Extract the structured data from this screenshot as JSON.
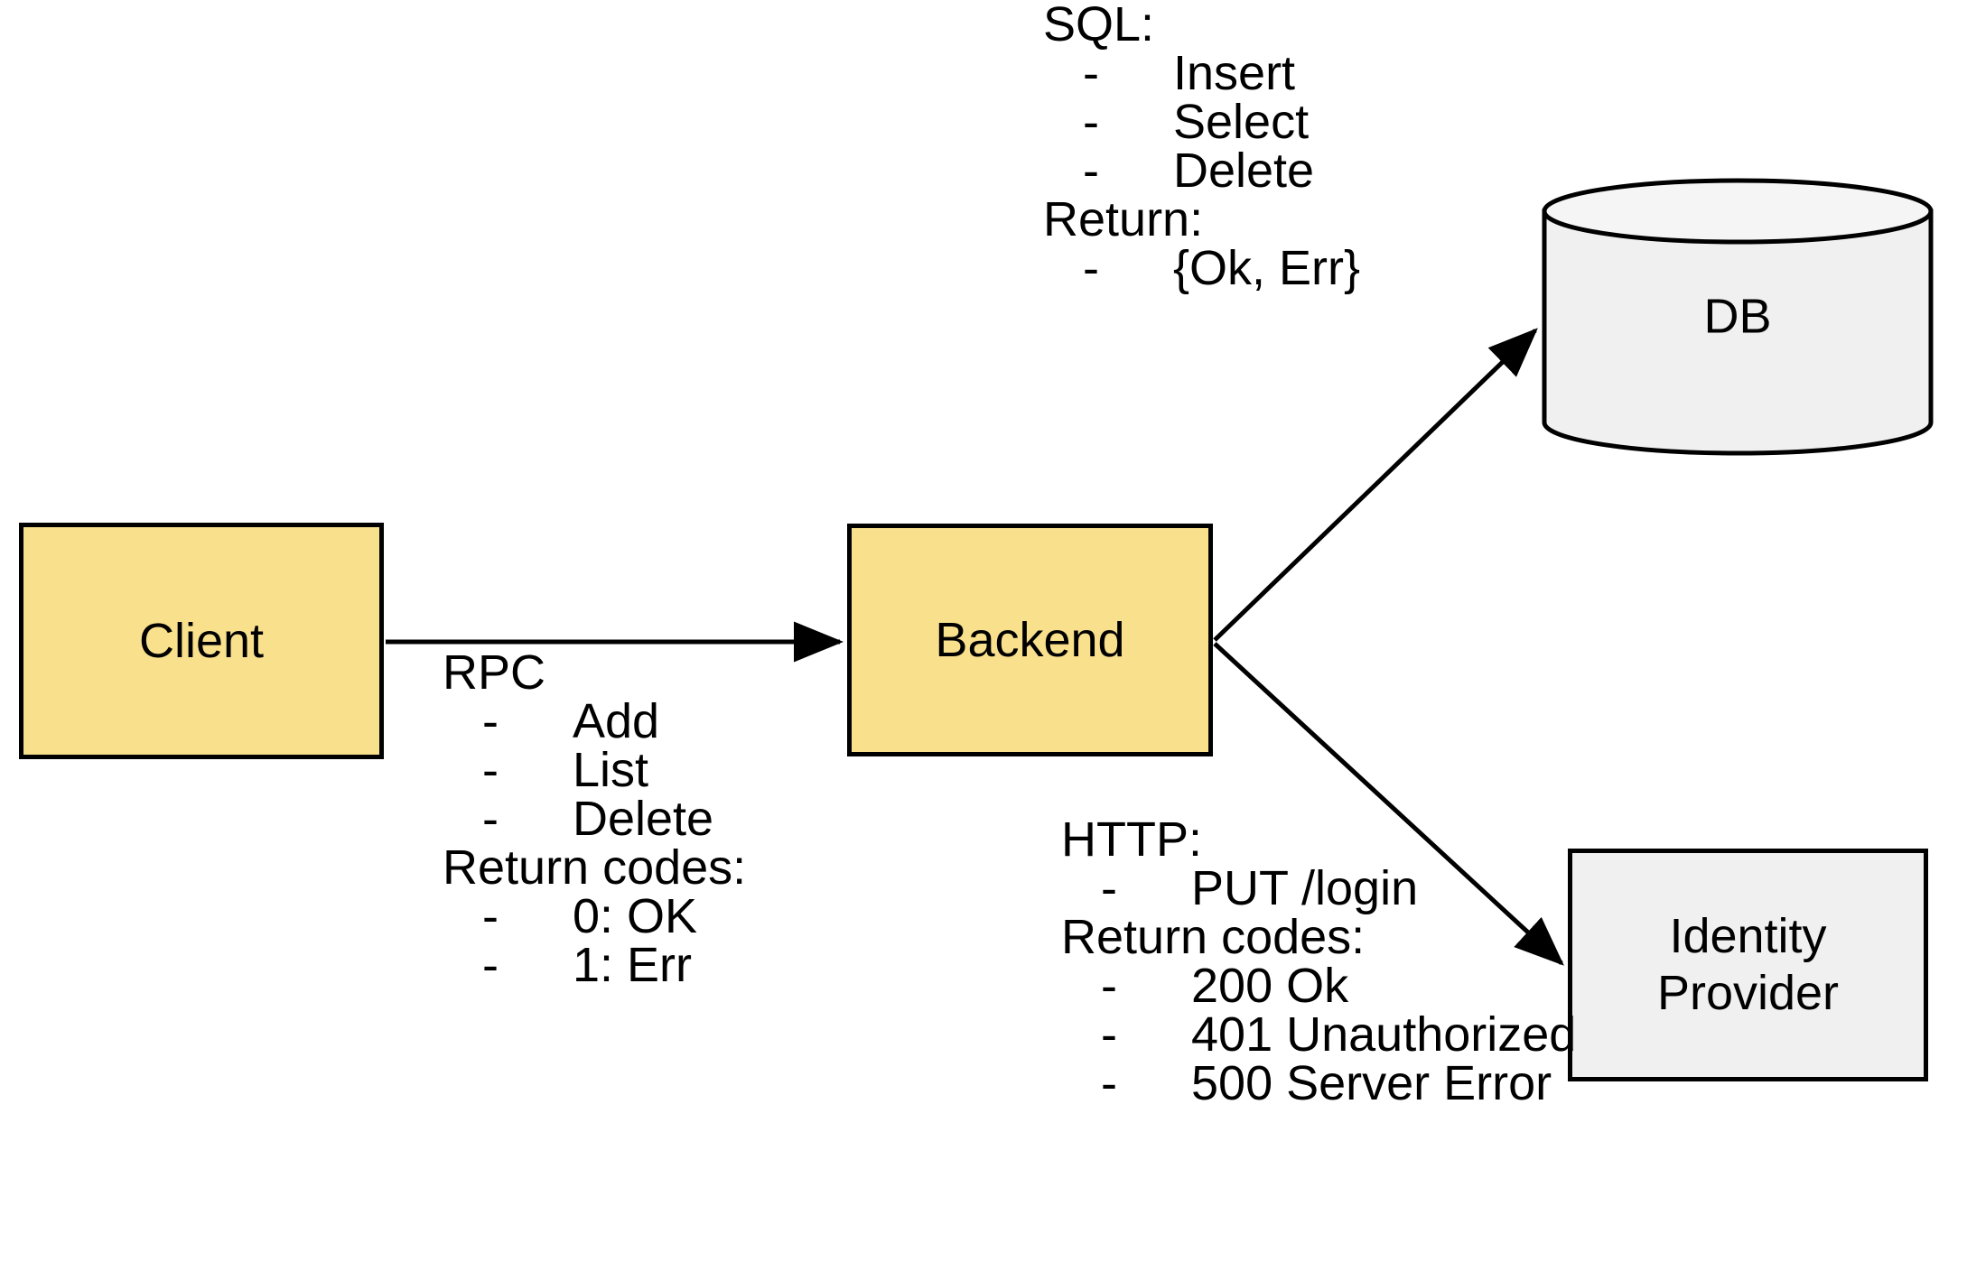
{
  "diagram": {
    "title": "Client / Backend architecture with DB and Identity Provider",
    "colors": {
      "node_yellow": "#f9e08d",
      "node_gray": "#f0f0f0",
      "stroke": "#000000",
      "background": "#ffffff"
    }
  },
  "nodes": {
    "client": {
      "label": "Client",
      "shape": "rectangle",
      "fill": "#f9e08d"
    },
    "backend": {
      "label": "Backend",
      "shape": "rectangle",
      "fill": "#f9e08d"
    },
    "db": {
      "label": "DB",
      "shape": "cylinder",
      "fill": "#f0f0f0"
    },
    "identity_provider": {
      "label_line1": "Identity",
      "label_line2": "Provider",
      "shape": "rectangle",
      "fill": "#f0f0f0"
    }
  },
  "edges": [
    {
      "from": "client",
      "to": "backend",
      "style": "solid-arrow",
      "annotation": "rpc"
    },
    {
      "from": "backend",
      "to": "db",
      "style": "solid-arrow",
      "annotation": "sql"
    },
    {
      "from": "backend",
      "to": "identity_provider",
      "style": "solid-arrow",
      "annotation": "http"
    }
  ],
  "annotations": {
    "sql": {
      "heading": "SQL:",
      "items": [
        "Insert",
        "Select",
        "Delete"
      ],
      "sub_heading": "Return:",
      "sub_items": [
        "{Ok, Err}"
      ],
      "bullet": "-"
    },
    "rpc": {
      "heading": "RPC",
      "items": [
        "Add",
        "List",
        "Delete"
      ],
      "sub_heading": "Return codes:",
      "sub_items": [
        "0: OK",
        "1: Err"
      ],
      "bullet": "-"
    },
    "http": {
      "heading": "HTTP:",
      "items": [
        "PUT /login"
      ],
      "sub_heading": "Return codes:",
      "sub_items": [
        "200 Ok",
        "401 Unauthorized",
        "500 Server Error"
      ],
      "bullet": "-"
    }
  }
}
